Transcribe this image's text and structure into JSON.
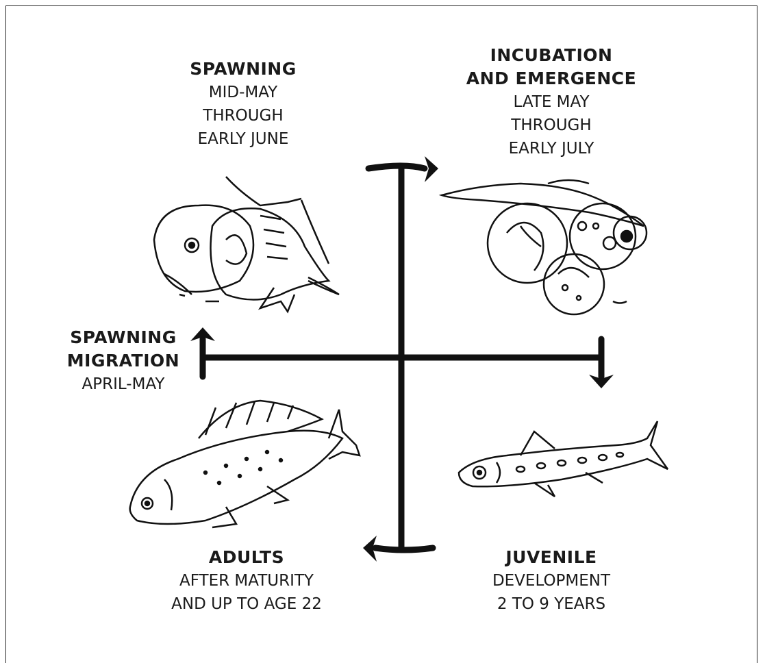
{
  "stages": {
    "spawning": {
      "title": "SPAWNING",
      "lines": [
        "MID-MAY",
        "THROUGH",
        "EARLY JUNE"
      ]
    },
    "incubation": {
      "title_lines": [
        "INCUBATION",
        "AND EMERGENCE"
      ],
      "lines": [
        "LATE MAY",
        "THROUGH",
        "EARLY JULY"
      ]
    },
    "migration": {
      "title_lines": [
        "SPAWNING",
        "MIGRATION"
      ],
      "lines": [
        "APRIL-MAY"
      ]
    },
    "adults": {
      "title": "ADULTS",
      "lines": [
        "AFTER MATURITY",
        "AND UP TO AGE 22"
      ]
    },
    "juvenile": {
      "title": "JUVENILE",
      "lines": [
        "DEVELOPMENT",
        "2 TO 9 YEARS"
      ]
    }
  },
  "colors": {
    "ink": "#111111",
    "background": "#ffffff"
  },
  "illustrations": [
    "spawning-fish-pair-illustration",
    "eggs-and-larva-illustration",
    "adult-fish-illustration",
    "juvenile-fish-illustration"
  ]
}
